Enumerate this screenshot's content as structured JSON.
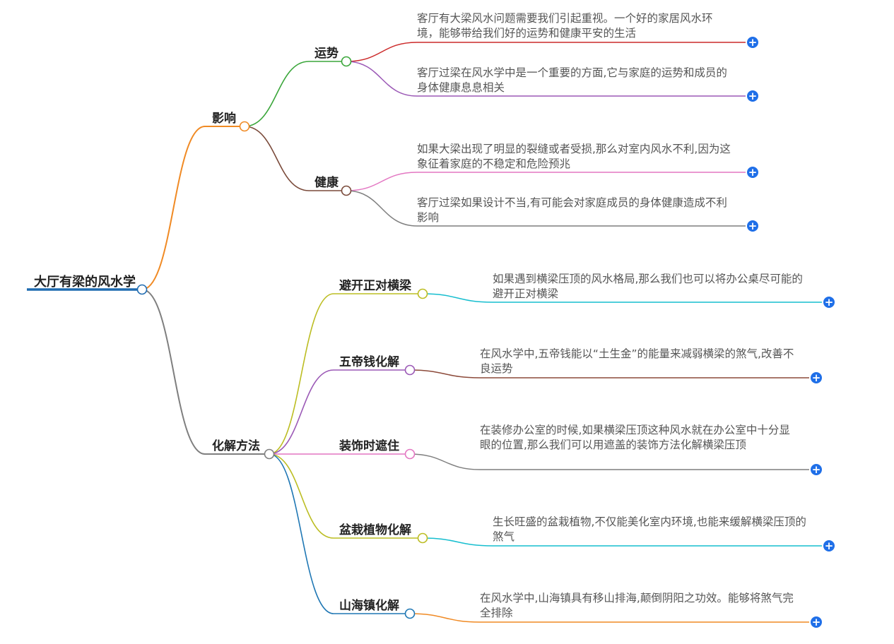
{
  "root": {
    "label": "大厅有梁的风水学",
    "color": "#1f6bb0"
  },
  "branches": [
    {
      "label": "影响",
      "color": "#f08a24",
      "children": [
        {
          "label": "运势",
          "color": "#3aa63a",
          "leaves": [
            {
              "text": "客厅有大梁风水问题需要我们引起重视。一个好的家居风水环境，能够带给我们好的运势和健康平安的生活",
              "color": "#cc2a2a"
            },
            {
              "text": "客厅过梁在风水学中是一个重要的方面,它与家庭的运势和成员的身体健康息息相关",
              "color": "#9b59b6"
            }
          ]
        },
        {
          "label": "健康",
          "color": "#7a4a3a",
          "leaves": [
            {
              "text": "如果大梁出现了明显的裂缝或者受损,那么对室内风水不利,因为这象征着家庭的不稳定和危险预兆",
              "color": "#e377c2"
            },
            {
              "text": "客厅过梁如果设计不当,有可能会对家庭成员的身体健康造成不利影响",
              "color": "#7f7f7f"
            }
          ]
        }
      ]
    },
    {
      "label": "化解方法",
      "color": "#7f7f7f",
      "children": [
        {
          "label": "避开正对横梁",
          "color": "#bcbd22",
          "leaves": [
            {
              "text": "如果遇到横梁压顶的风水格局,那么我们也可以将办公桌尽可能的避开正对横梁",
              "color": "#17becf"
            }
          ]
        },
        {
          "label": "五帝钱化解",
          "color": "#9b59b6",
          "leaves": [
            {
              "text": "在风水学中,五帝钱能以“土生金”的能量来减弱横梁的煞气,改善不良运势",
              "color": "#8c4a3a"
            }
          ]
        },
        {
          "label": "装饰时遮住",
          "color": "#e377c2",
          "leaves": [
            {
              "text": "在装修办公室的时候,如果横梁压顶这种风水就在办公室中十分显眼的位置,那么我们可以用遮盖的装饰方法化解横梁压顶",
              "color": "#7f7f7f"
            }
          ]
        },
        {
          "label": "盆栽植物化解",
          "color": "#bcbd22",
          "leaves": [
            {
              "text": "生长旺盛的盆栽植物,不仅能美化室内环境,也能来缓解横梁压顶的煞气",
              "color": "#17becf"
            }
          ]
        },
        {
          "label": "山海镇化解",
          "color": "#1f77b4",
          "leaves": [
            {
              "text": "在风水学中,山海镇具有移山排海,颠倒阴阳之功效。能够将煞气完全排除",
              "color": "#f08a24"
            }
          ]
        }
      ]
    }
  ]
}
